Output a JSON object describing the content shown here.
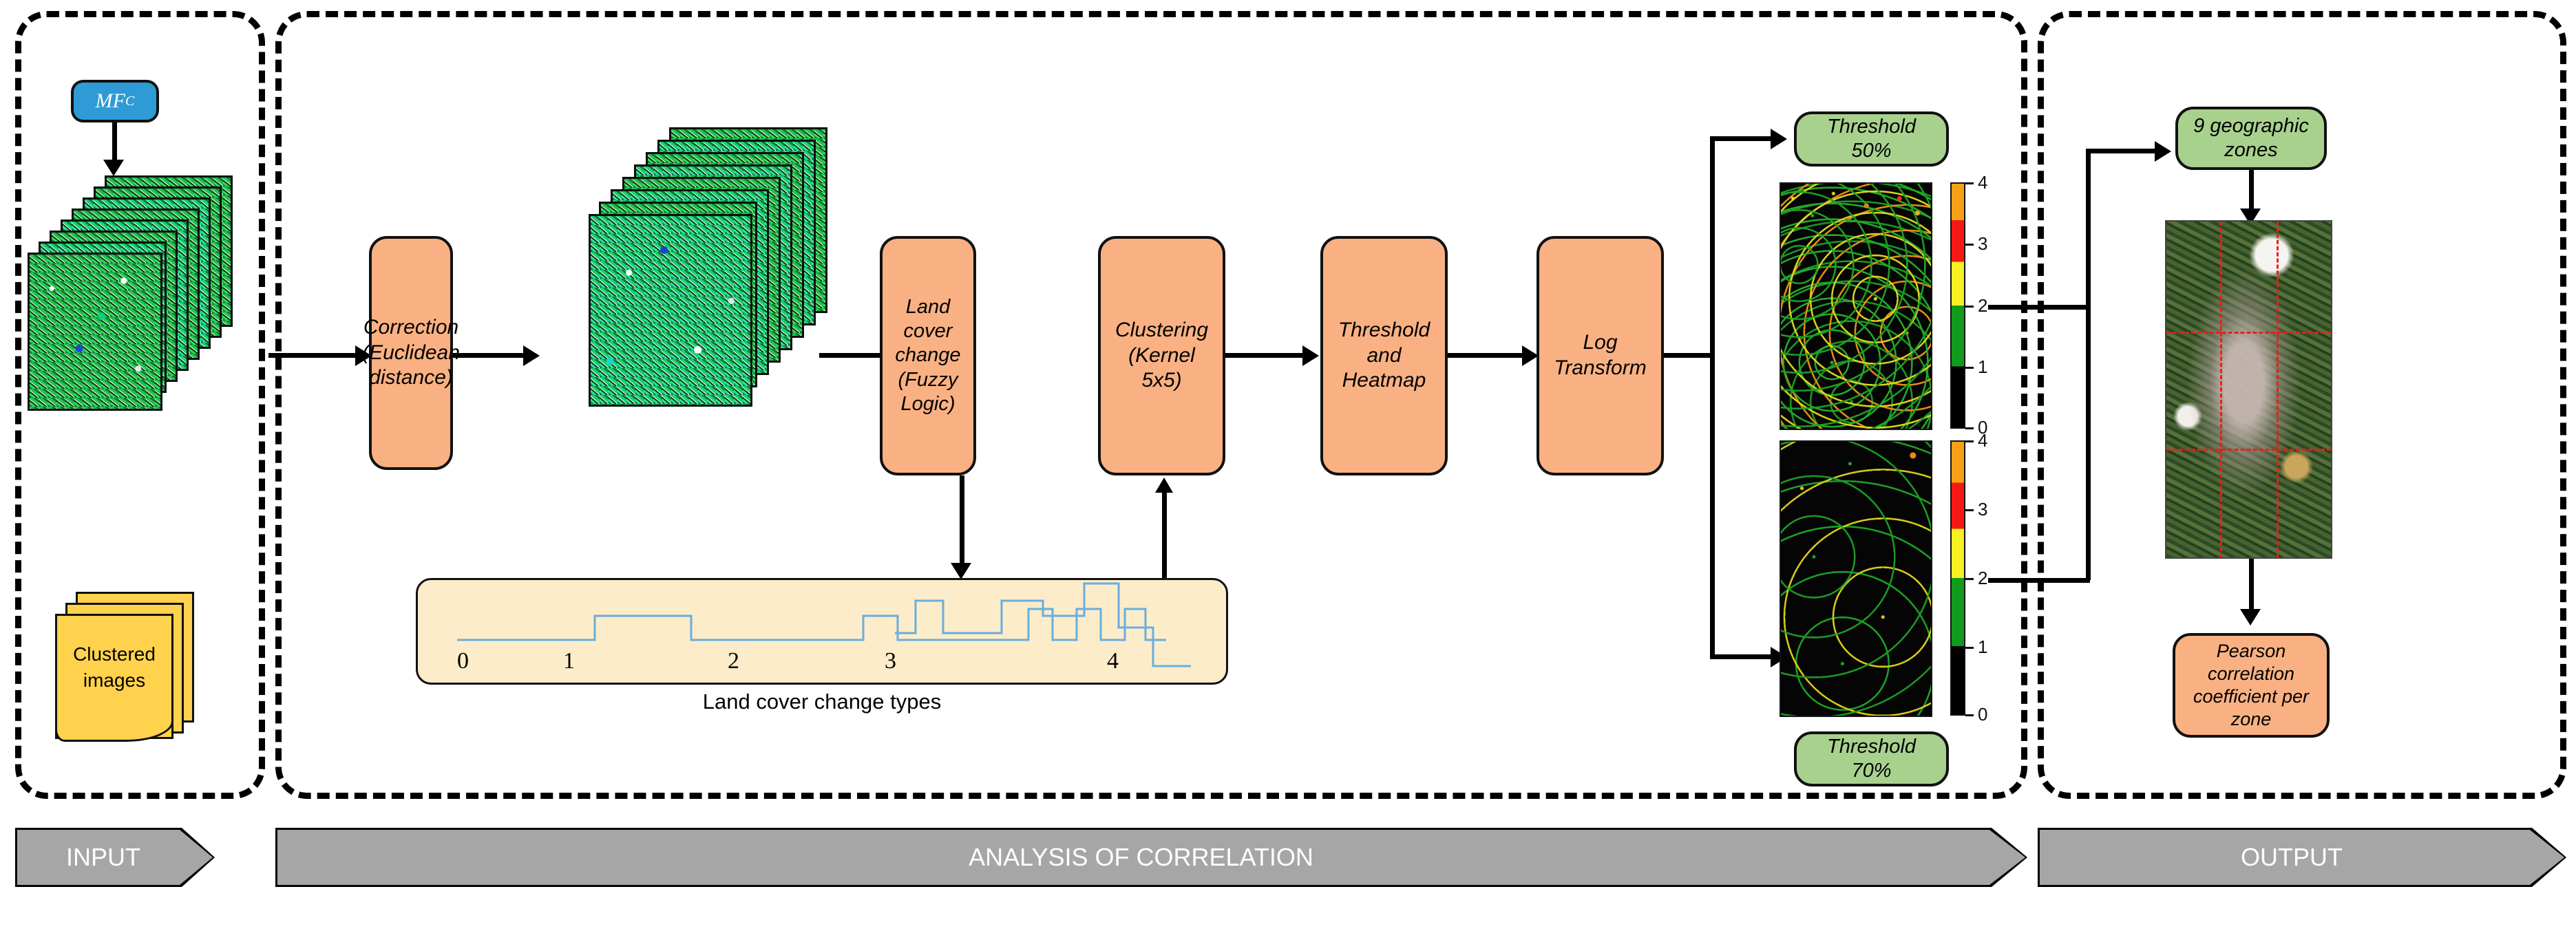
{
  "title": "Analysis of correlation pipeline",
  "phases": [
    {
      "id": "input",
      "label": "INPUT"
    },
    {
      "id": "analysis",
      "label": "ANALYSIS OF CORRELATION"
    },
    {
      "id": "output",
      "label": "OUTPUT"
    }
  ],
  "input_section": {
    "source_node": {
      "label": "MF",
      "subscript": "C",
      "color": "#2e9bd6"
    },
    "image_stack_name": "clustered image stack",
    "document_stack": {
      "label": "Clustered\nimages",
      "line1": "Clustered",
      "line2": "images",
      "color": "#ffd24d"
    }
  },
  "analysis_section": {
    "steps": [
      {
        "id": "correction",
        "lines": [
          "Correction",
          "(Euclidean",
          "distance)"
        ],
        "color": "#f9b183"
      },
      {
        "id": "land-cover-change",
        "lines": [
          "Land cover",
          "change",
          "(Fuzzy",
          "Logic)"
        ],
        "color": "#f9b183"
      },
      {
        "id": "clustering",
        "lines": [
          "Clustering",
          "(Kernel",
          "5x5)"
        ],
        "color": "#f9b183"
      },
      {
        "id": "threshold-heatmap",
        "lines": [
          "Threshold",
          "and",
          "Heatmap"
        ],
        "color": "#f9b183"
      },
      {
        "id": "log-transform",
        "lines": [
          "Log",
          "Transform"
        ],
        "color": "#f9b183"
      }
    ],
    "legend": {
      "caption": "Land cover change types",
      "tick_labels": [
        "0",
        "1",
        "2",
        "3",
        "4"
      ],
      "series_color": "#69aede",
      "background": "#fcecc9"
    },
    "results": [
      {
        "id": "threshold-50",
        "label_line1": "Threshold",
        "label_line2": "50%",
        "color": "#a9d18e",
        "position": "top",
        "density": "dense"
      },
      {
        "id": "threshold-70",
        "label_line1": "Threshold",
        "label_line2": "70%",
        "color": "#a9d18e",
        "position": "bottom",
        "density": "sparse"
      }
    ],
    "colorbar": {
      "tick_labels": [
        "0",
        "1",
        "2",
        "3",
        "4"
      ],
      "colors": [
        "#000000",
        "#119b1c",
        "#f6f024",
        "#f41a13",
        "#f7a117"
      ],
      "min": 0,
      "max": 4
    }
  },
  "output_section": {
    "zones_node": {
      "lines": [
        "9 geographic",
        "zones"
      ],
      "color": "#a9d18e"
    },
    "satellite_image_name": "satellite map with 9 zone grid",
    "grid_color": "#ec1c1c",
    "result_node": {
      "lines": [
        "Pearson",
        "correlation",
        "coefficient per",
        "zone"
      ],
      "color": "#f9b183"
    }
  },
  "chart_data": {
    "type": "line",
    "title": "Land cover change types",
    "xlabel": "",
    "ylabel": "",
    "categories": [
      "0",
      "1",
      "2",
      "3",
      "4"
    ],
    "note": "Square-wave signature glyph illustrating five land cover change type patterns",
    "series": [
      {
        "name": "change-type-signature",
        "x": [
          0,
          1,
          2,
          3,
          4,
          5,
          6,
          7,
          8,
          9,
          10,
          11,
          12,
          13,
          14,
          15,
          16,
          17,
          18,
          19,
          20,
          21,
          22,
          23,
          24,
          25,
          26,
          27,
          28,
          29,
          30,
          31,
          32,
          33,
          34,
          35,
          36,
          37,
          38,
          39,
          40,
          41,
          42,
          43,
          44,
          45,
          46,
          47,
          48
        ],
        "values": [
          1,
          1,
          1,
          1,
          1,
          1,
          1,
          2,
          2,
          2,
          2,
          1,
          1,
          1,
          1,
          1,
          1,
          2,
          2,
          1,
          1,
          1,
          1,
          1,
          1,
          2,
          2,
          1,
          1,
          2,
          2,
          1,
          1,
          2,
          2,
          1,
          1,
          1,
          1,
          2,
          2,
          2,
          2,
          1.6,
          1.6,
          2.5,
          2.5,
          1,
          0.4
        ]
      }
    ]
  }
}
